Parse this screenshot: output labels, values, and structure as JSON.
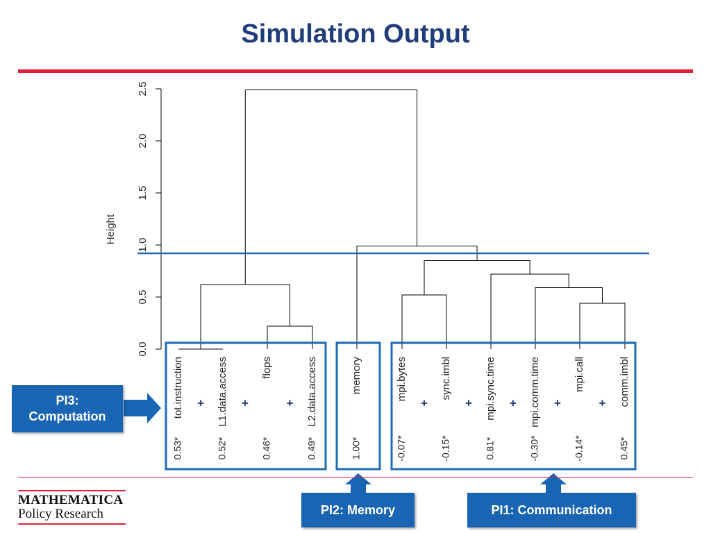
{
  "title": "Simulation Output",
  "colors": {
    "title": "#1f3d7a",
    "red": "#e3203b",
    "blue": "#1c6ab8",
    "box_fill": "#1a64b4",
    "line": "#000000"
  },
  "chart_data": {
    "type": "dendrogram",
    "ylabel": "Height",
    "ylim": [
      0,
      2.5
    ],
    "yticks": [
      "0.0",
      "0.5",
      "1.0",
      "1.5",
      "2.0",
      "2.5"
    ],
    "cut_height": 0.92,
    "leaves": [
      {
        "label": "tot.instruction",
        "value": "0.53*"
      },
      {
        "label": "L1.data.access",
        "value": "0.52*"
      },
      {
        "label": "flops",
        "value": "0.46*"
      },
      {
        "label": "L2.data.access",
        "value": "0.49*"
      },
      {
        "label": "memory",
        "value": "1.00*"
      },
      {
        "label": "mpi.bytes",
        "value": "-0.07*"
      },
      {
        "label": "sync.imbl",
        "value": "-0.15*"
      },
      {
        "label": "mpi.sync.time",
        "value": "0.81*"
      },
      {
        "label": "mpi.comm.time",
        "value": "-0.30*"
      },
      {
        "label": "mpi.call",
        "value": "-0.14*"
      },
      {
        "label": "comm.imbl",
        "value": "0.45*"
      }
    ],
    "merges": [
      {
        "left": 0,
        "right": 1,
        "height": 0.0
      },
      {
        "left": 2,
        "right": 3,
        "height": 0.22
      },
      {
        "left": "m0",
        "right": "m1",
        "height": 0.62
      },
      {
        "left": 5,
        "right": 6,
        "height": 0.52
      },
      {
        "left": 9,
        "right": 10,
        "height": 0.44
      },
      {
        "left": 8,
        "right": "m4",
        "height": 0.59
      },
      {
        "left": 7,
        "right": "m5",
        "height": 0.72
      },
      {
        "left": "m3",
        "right": "m6",
        "height": 0.85
      },
      {
        "left": 4,
        "right": "m7",
        "height": 0.99
      },
      {
        "left": "m2",
        "right": "m8",
        "height": 2.49
      }
    ],
    "groups": [
      {
        "label": "PI3:\nComputation",
        "leaves": [
          0,
          1,
          2,
          3
        ]
      },
      {
        "label": "PI2: Memory",
        "leaves": [
          4
        ]
      },
      {
        "label": "PI1: Communication",
        "leaves": [
          5,
          6,
          7,
          8,
          9,
          10
        ]
      }
    ],
    "plus_sign": "+"
  },
  "logo": {
    "line1": "MATHEMATICA",
    "line2": "Policy Research"
  }
}
